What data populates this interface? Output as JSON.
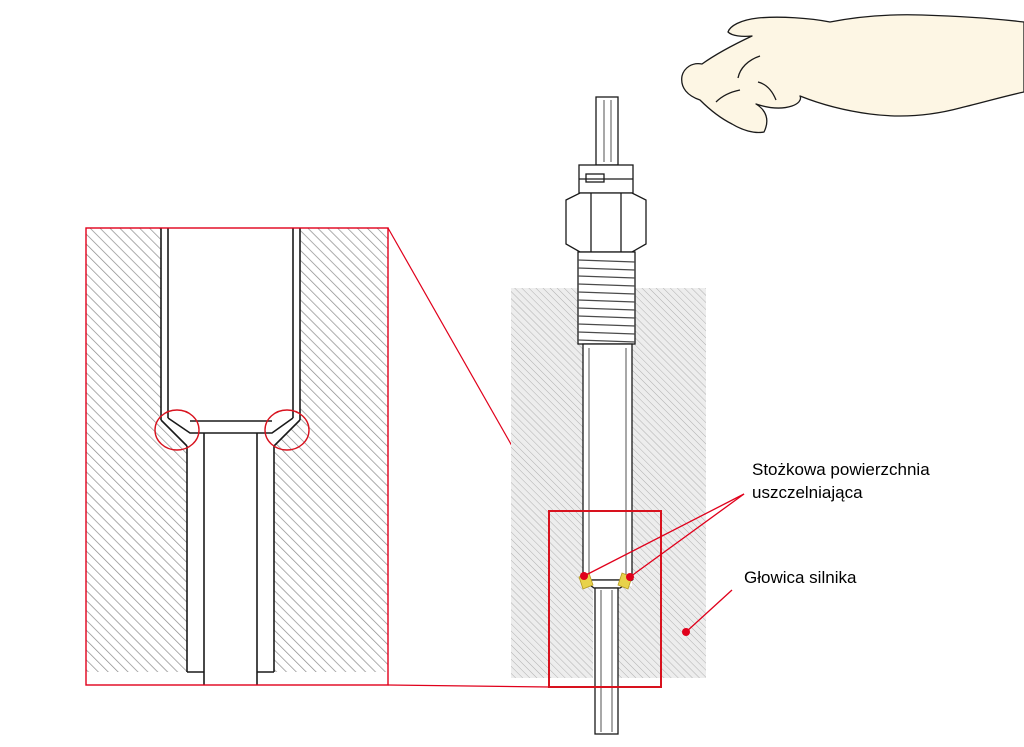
{
  "labels": {
    "sealing_surface_line1": "Stożkowa powierzchnia",
    "sealing_surface_line2": "uszczelniająca",
    "engine_head": "Głowica silnika"
  },
  "colors": {
    "callout": "#e0001b",
    "highlight": "#d8121e",
    "hatch": "#8a8a8a",
    "part_line": "#1a1a1a",
    "seal_marker": "#e8d24a",
    "skin": "#fdf6e4"
  },
  "icons": {
    "hand": "hand-icon"
  }
}
